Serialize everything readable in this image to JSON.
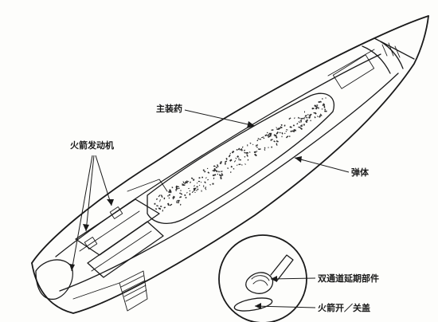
{
  "labels": {
    "main_charge": "主装药",
    "rocket_motor": "火箭发动机",
    "shell_body": "弹体",
    "dual_channel_delay": "双通道延期部件",
    "rocket_switch_cover": "火箭开／关盖"
  }
}
